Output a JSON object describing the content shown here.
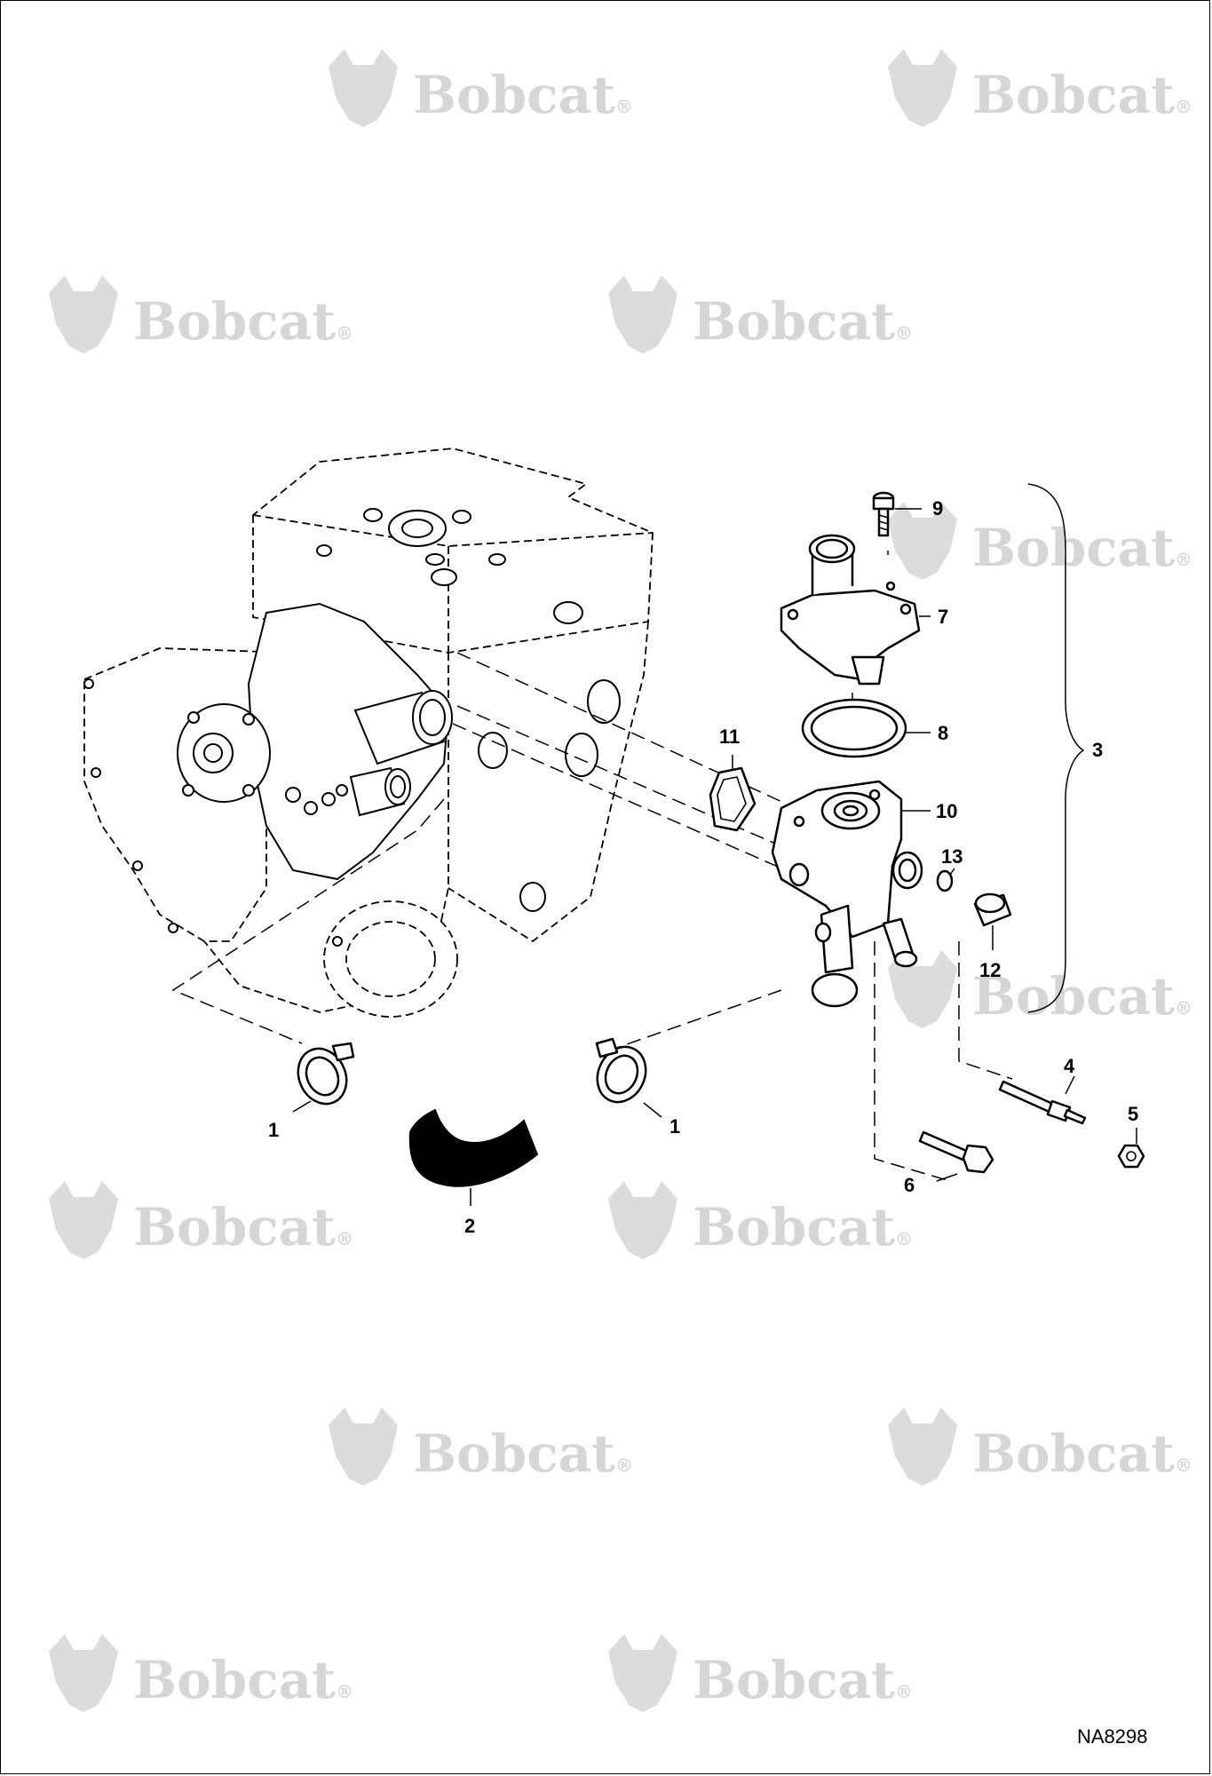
{
  "watermark": {
    "brand": "Bobcat",
    "registered": "®",
    "logo_icon": "bobcat-head-logo"
  },
  "callouts": {
    "c1a": "1",
    "c1b": "1",
    "c2": "2",
    "c3": "3",
    "c4": "4",
    "c5": "5",
    "c6": "6",
    "c7": "7",
    "c8": "8",
    "c9": "9",
    "c10": "10",
    "c11": "11",
    "c12": "12",
    "c13": "13"
  },
  "drawing_id": "NA8298",
  "colors": {
    "line": "#000000",
    "background": "#ffffff",
    "watermark": "#d6d6d6"
  }
}
